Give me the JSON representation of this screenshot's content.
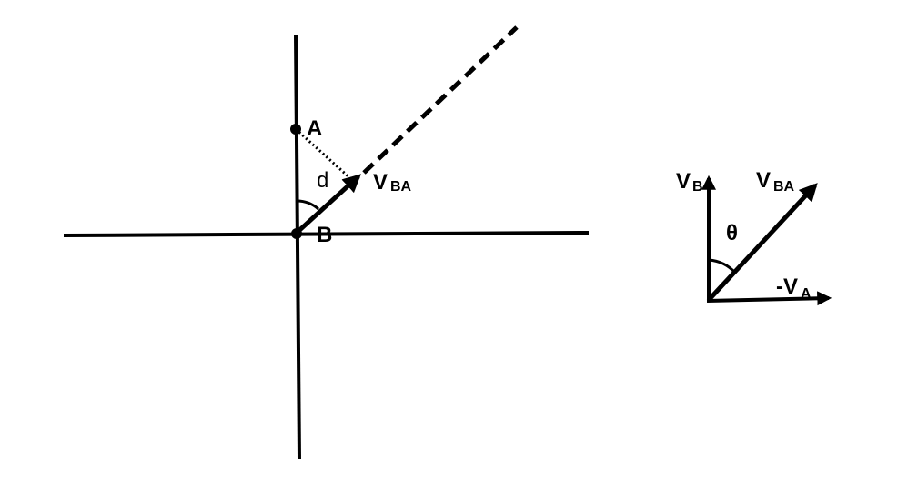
{
  "diagram": {
    "left": {
      "point_a": "A",
      "point_b": "B",
      "distance_label": "d",
      "vector_main": "V",
      "vector_sub": "BA"
    },
    "right": {
      "vb_main": "V",
      "vb_sub": "B",
      "vba_main": "V",
      "vba_sub": "BA",
      "angle_label": "θ",
      "va_main": "-V",
      "va_sub": "A"
    }
  }
}
